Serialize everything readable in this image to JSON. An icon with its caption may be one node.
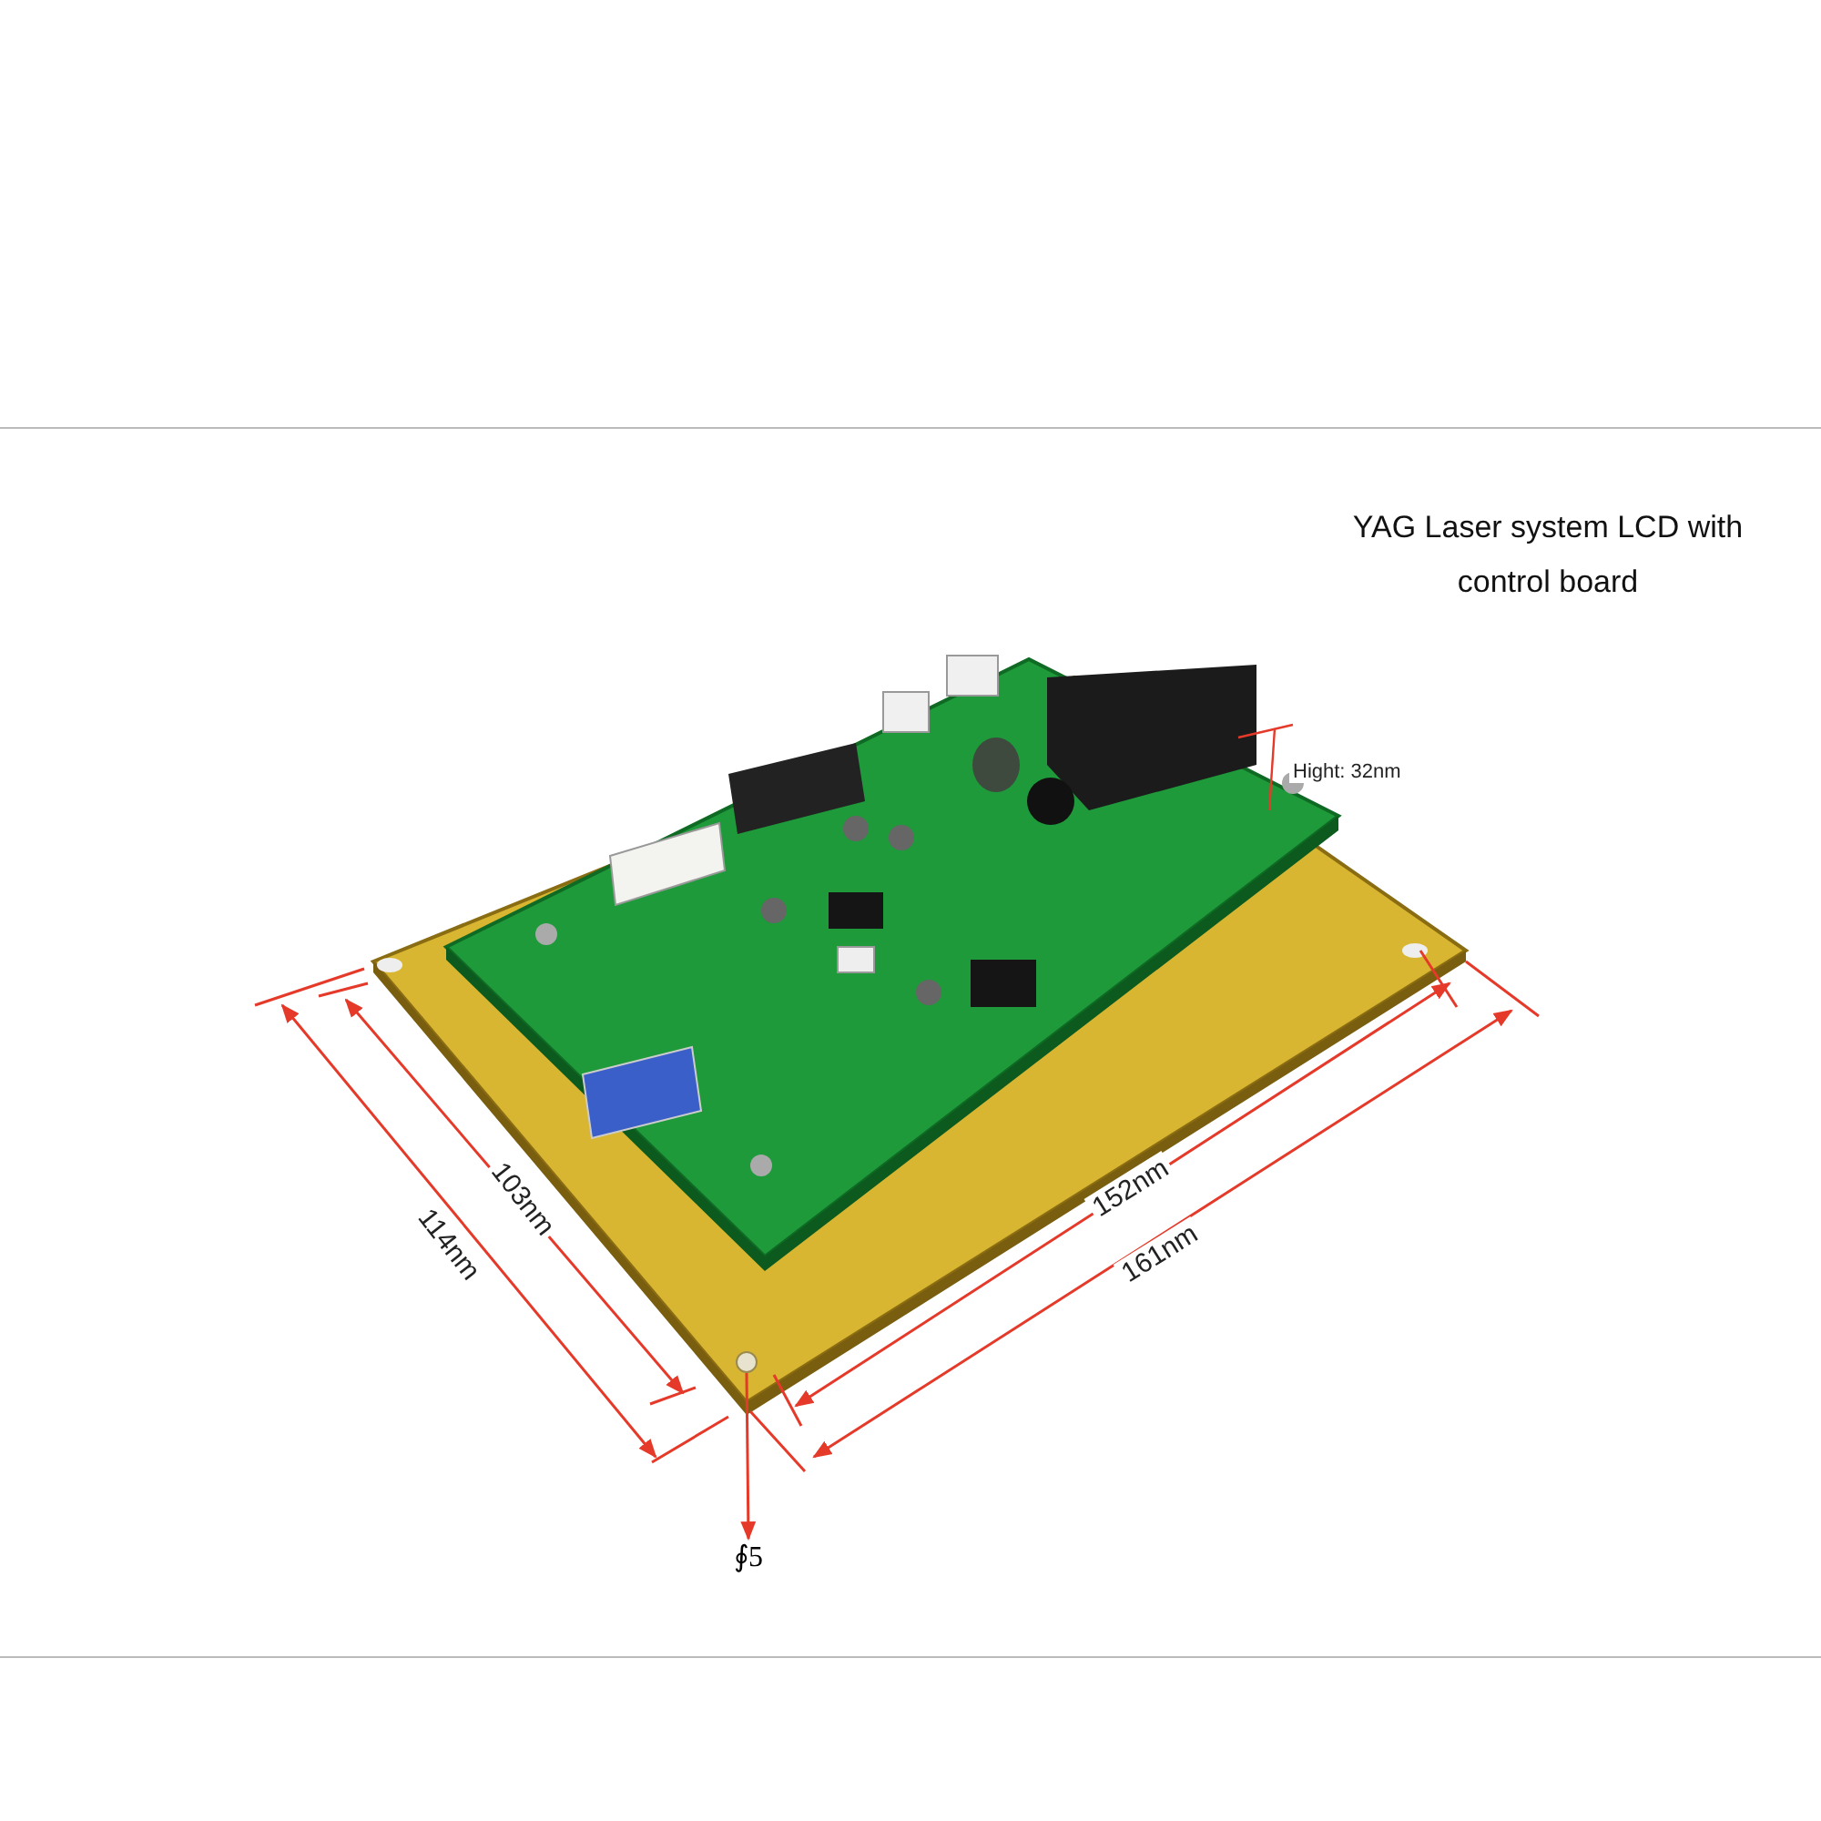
{
  "diagram": {
    "title": "YAG Laser system LCD with control board",
    "nodes": [
      {
        "text": [
          "∮5"
        ]
      },
      {
        "text": [],
        "shape": "circle"
      }
    ],
    "edges": [
      {
        "from": 1,
        "to": 0,
        "arrow": "to"
      }
    ],
    "labels": [
      "Hight: 32nm",
      "103nm",
      "114nm",
      "152nm",
      "161nm"
    ]
  }
}
